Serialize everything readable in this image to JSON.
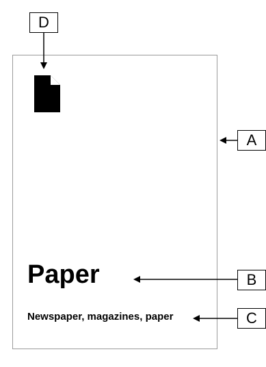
{
  "card": {
    "icon": "document-icon",
    "title": "Paper",
    "subtitle": "Newspaper, magazines, paper"
  },
  "callouts": {
    "a": "A",
    "b": "B",
    "c": "C",
    "d": "D"
  }
}
